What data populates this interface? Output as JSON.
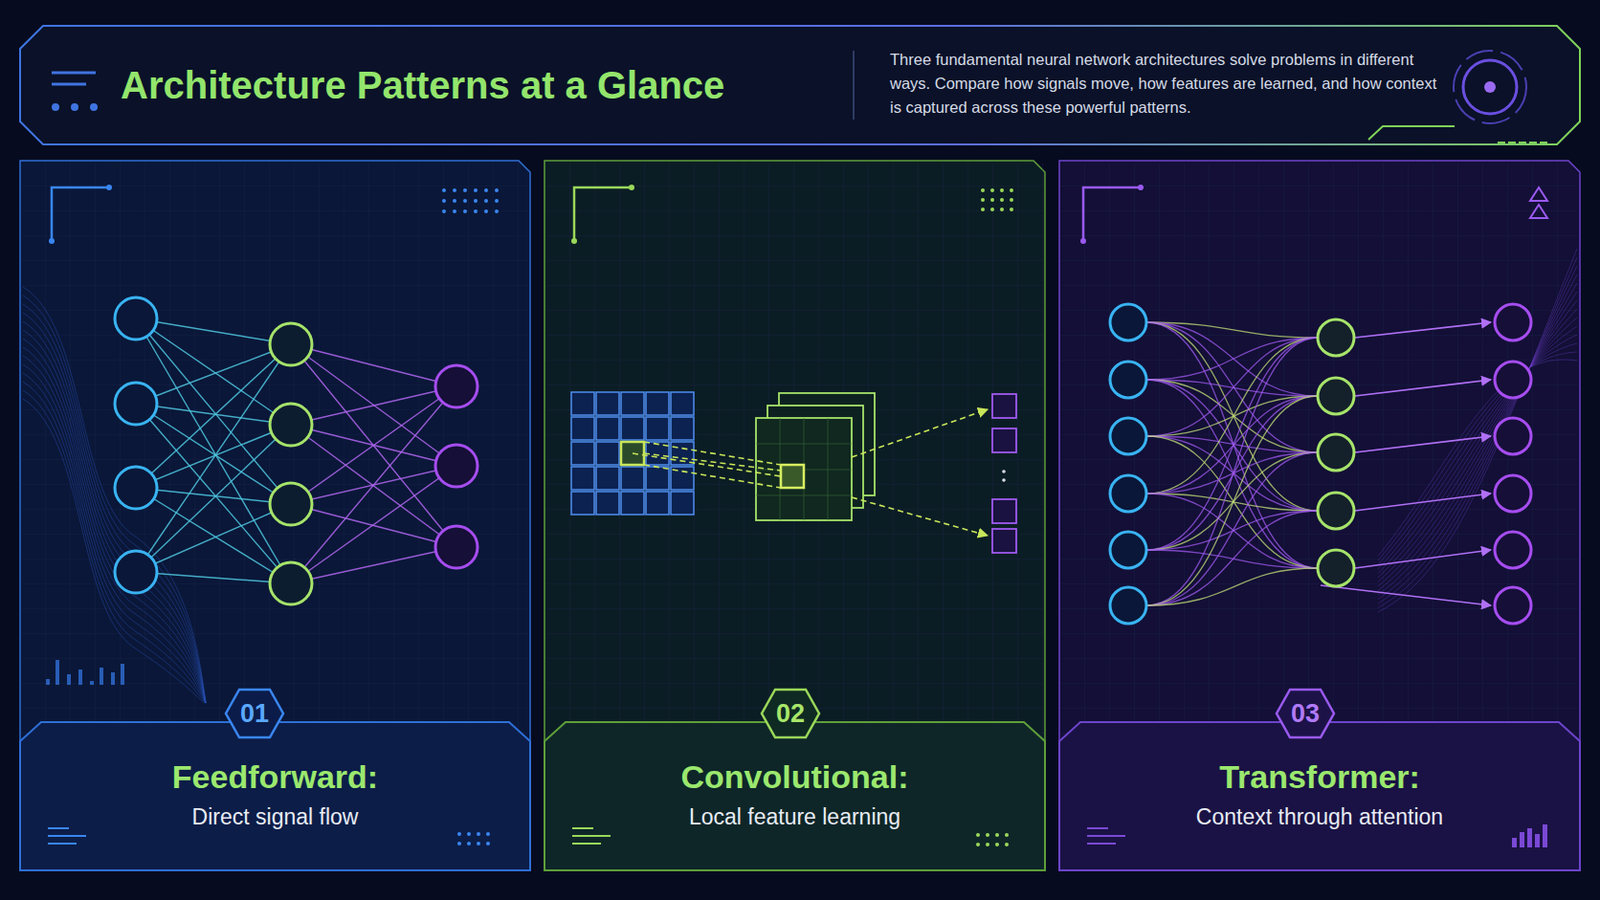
{
  "diagram": {
    "title": "Architecture Patterns at a Glance",
    "caption": "Three fundamental neural network architectures solve problems in different ways. Compare how signals move, how features are learned, and how context is captured across these powerful patterns.",
    "nodes": [
      {
        "text": [
          "Feedforward:",
          "Direct signal flow"
        ]
      },
      {
        "text": [
          "01"
        ],
        "in": 0
      },
      {
        "text": [
          "Convolutional:",
          "Local feature learning"
        ]
      },
      {
        "text": [
          "02"
        ],
        "in": 2
      },
      {
        "text": [
          "Transformer:",
          "Context through attention"
        ]
      },
      {
        "text": [
          "03"
        ],
        "in": 4
      }
    ]
  }
}
